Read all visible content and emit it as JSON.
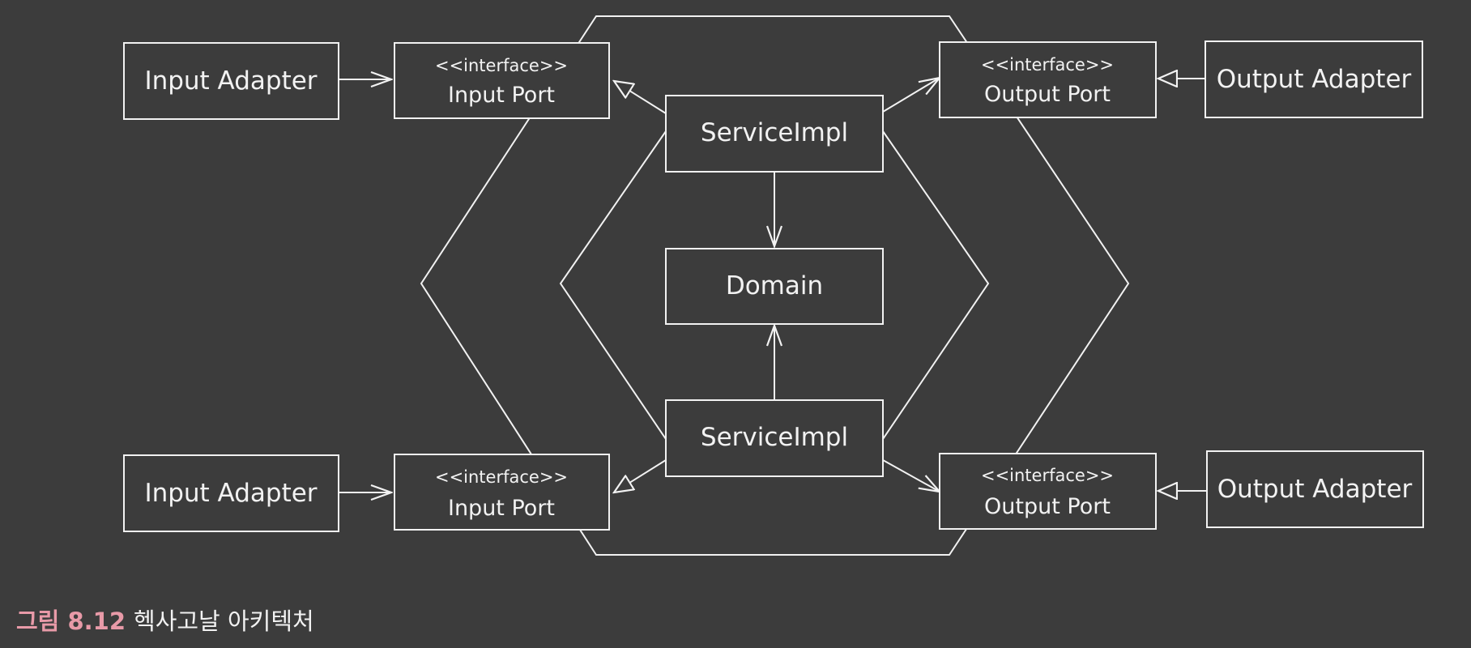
{
  "diagram": {
    "nodes": {
      "input_adapter_top": "Input Adapter",
      "input_port_top": {
        "stereotype": "<<interface>>",
        "label": "Input Port"
      },
      "service_impl_top": "ServiceImpl",
      "output_port_top": {
        "stereotype": "<<interface>>",
        "label": "Output Port"
      },
      "output_adapter_top": "Output Adapter",
      "domain": "Domain",
      "input_adapter_bottom": "Input Adapter",
      "input_port_bottom": {
        "stereotype": "<<interface>>",
        "label": "Input Port"
      },
      "service_impl_bottom": "ServiceImpl",
      "output_port_bottom": {
        "stereotype": "<<interface>>",
        "label": "Output Port"
      },
      "output_adapter_bottom": "Output Adapter"
    },
    "edges": [
      {
        "from": "input_adapter_top",
        "to": "input_port_top",
        "kind": "dependency"
      },
      {
        "from": "service_impl_top",
        "to": "input_port_top",
        "kind": "realization"
      },
      {
        "from": "service_impl_top",
        "to": "output_port_top",
        "kind": "dependency"
      },
      {
        "from": "output_adapter_top",
        "to": "output_port_top",
        "kind": "realization"
      },
      {
        "from": "service_impl_top",
        "to": "domain",
        "kind": "dependency"
      },
      {
        "from": "service_impl_bottom",
        "to": "domain",
        "kind": "dependency"
      },
      {
        "from": "input_adapter_bottom",
        "to": "input_port_bottom",
        "kind": "dependency"
      },
      {
        "from": "service_impl_bottom",
        "to": "input_port_bottom",
        "kind": "realization"
      },
      {
        "from": "service_impl_bottom",
        "to": "output_port_bottom",
        "kind": "dependency"
      },
      {
        "from": "output_adapter_bottom",
        "to": "output_port_bottom",
        "kind": "realization"
      }
    ],
    "colors": {
      "background": "#3c3c3c",
      "line": "#f2f2f2",
      "caption_accent": "#e89aa8"
    }
  },
  "caption": {
    "number": "그림 8.12",
    "title": "헥사고날 아키텍처"
  }
}
